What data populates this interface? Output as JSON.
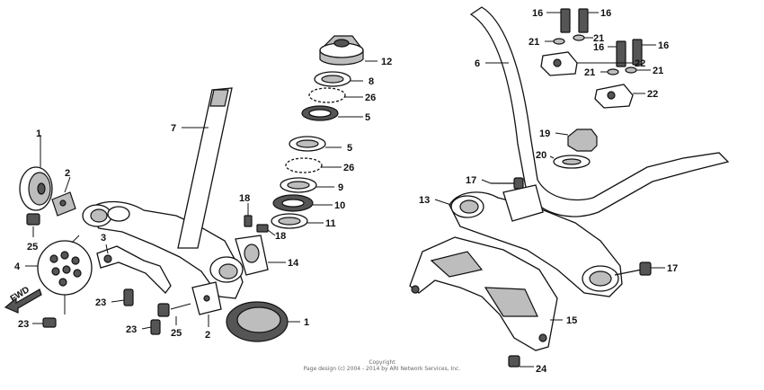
{
  "diagram": {
    "fwd_label": "FWD",
    "copyright_line1": "Copyright",
    "copyright_line2": "Page design (c) 2004 - 2014 by ARI Network Services, Inc."
  },
  "callouts": {
    "c1a": "1",
    "c1b": "1",
    "c2a": "2",
    "c2b": "2",
    "c3": "3",
    "c4": "4",
    "c5a": "5",
    "c5b": "5",
    "c6": "6",
    "c7": "7",
    "c8": "8",
    "c9": "9",
    "c10": "10",
    "c11": "11",
    "c12": "12",
    "c13": "13",
    "c14": "14",
    "c15": "15",
    "c16a": "16",
    "c16b": "16",
    "c16c": "16",
    "c16d": "16",
    "c17a": "17",
    "c17b": "17",
    "c18a": "18",
    "c18b": "18",
    "c19": "19",
    "c20": "20",
    "c21a": "21",
    "c21b": "21",
    "c21c": "21",
    "c21d": "21",
    "c22a": "22",
    "c22b": "22",
    "c23a": "23",
    "c23b": "23",
    "c23c": "23",
    "c24": "24",
    "c25a": "25",
    "c25b": "25",
    "c26a": "26",
    "c26b": "26"
  }
}
